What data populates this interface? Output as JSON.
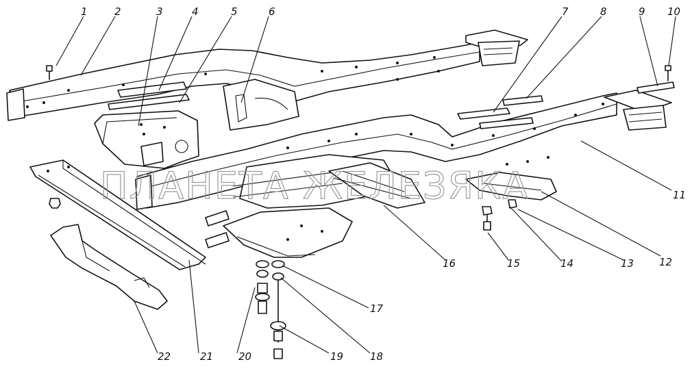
{
  "watermark": "ПЛАНЕТА ЖЕЛЕЗЯКА",
  "callouts": [
    "1",
    "2",
    "3",
    "4",
    "5",
    "6",
    "7",
    "8",
    "9",
    "10",
    "11",
    "12",
    "13",
    "14",
    "15",
    "16",
    "17",
    "18",
    "19",
    "20",
    "21",
    "22"
  ]
}
